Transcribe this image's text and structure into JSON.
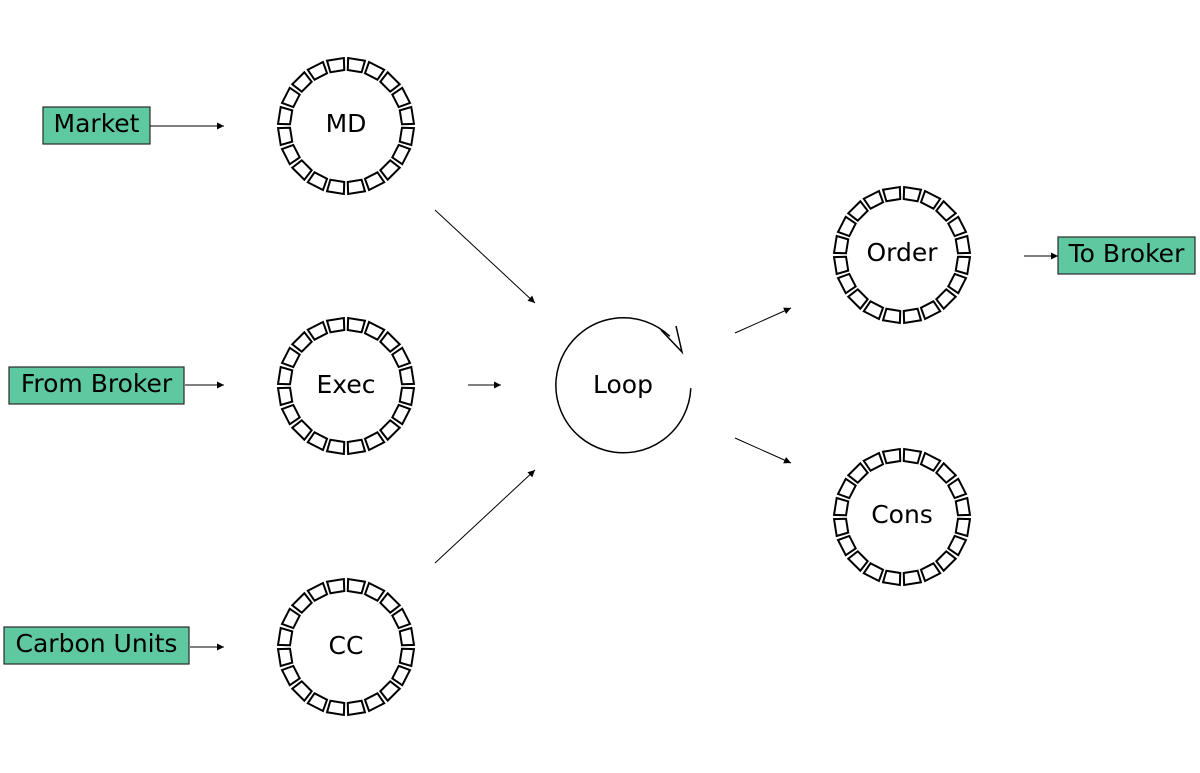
{
  "colors": {
    "box_fill": "#5ec8a1",
    "stroke": "#000000",
    "background": "#ffffff"
  },
  "sources": [
    {
      "id": "market",
      "label": "Market"
    },
    {
      "id": "from-broker",
      "label": "From Broker"
    },
    {
      "id": "carbon-units",
      "label": "Carbon Units"
    }
  ],
  "sink": {
    "id": "to-broker",
    "label": "To Broker"
  },
  "buffers": [
    {
      "id": "md",
      "label": "MD"
    },
    {
      "id": "exec",
      "label": "Exec"
    },
    {
      "id": "cc",
      "label": "CC"
    },
    {
      "id": "order",
      "label": "Order"
    },
    {
      "id": "cons",
      "label": "Cons"
    }
  ],
  "loop": {
    "label": "Loop"
  },
  "edges": [
    {
      "from": "market",
      "to": "md"
    },
    {
      "from": "from-broker",
      "to": "exec"
    },
    {
      "from": "carbon-units",
      "to": "cc"
    },
    {
      "from": "md",
      "to": "loop"
    },
    {
      "from": "exec",
      "to": "loop"
    },
    {
      "from": "cc",
      "to": "loop"
    },
    {
      "from": "loop",
      "to": "order"
    },
    {
      "from": "loop",
      "to": "cons"
    },
    {
      "from": "order",
      "to": "to-broker"
    }
  ]
}
